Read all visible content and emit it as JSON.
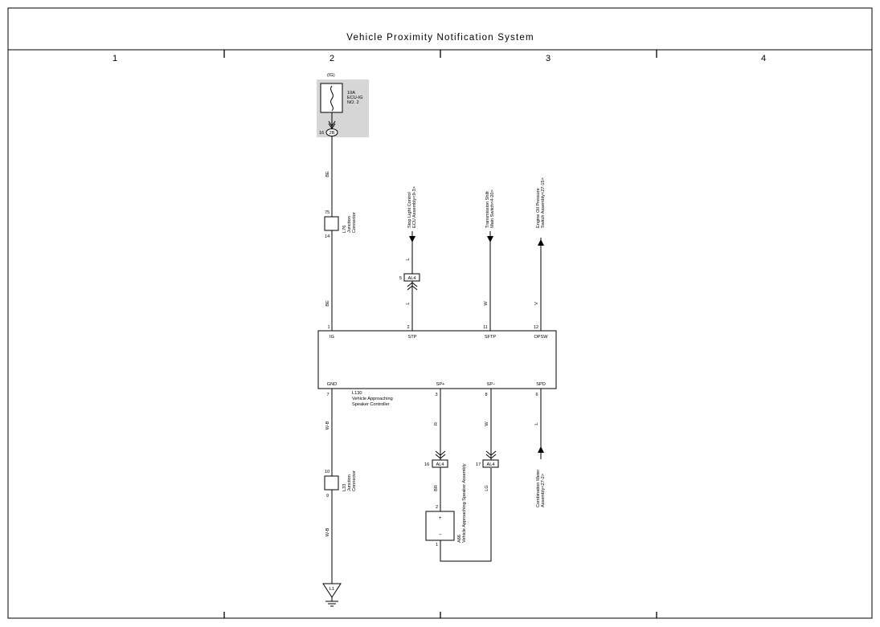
{
  "title": "Vehicle Proximity Notification System",
  "columns": [
    "1",
    "2",
    "3",
    "4"
  ],
  "fuse": {
    "source": "(IG)",
    "rating": "10A",
    "name_line1": "ECU-IG",
    "name_line2": "NO. 2",
    "pin": "16",
    "connector": "2B"
  },
  "junction_l76": {
    "pin_top": "75",
    "pin_bottom": "14",
    "id": "L76",
    "label_line1": "Junction",
    "label_line2": "Connector"
  },
  "junction_l33": {
    "pin_top": "10",
    "pin_bottom": "9",
    "id": "L33",
    "label_line1": "Junction",
    "label_line2": "Connector"
  },
  "ground": {
    "id": "L1"
  },
  "wire_colors": {
    "ig_upper": "BE",
    "ig_lower": "BE",
    "stp_upper": "L",
    "stp_lower": "L",
    "sftp": "W",
    "opsw": "V",
    "gnd_upper": "W-B",
    "gnd_lower": "W-B",
    "spp_upper": "R",
    "spp_lower": "BR",
    "spm_upper": "W",
    "spm_lower": "LG",
    "spd": "L"
  },
  "refs": {
    "stp_line1": "Stop Light Control",
    "stp_line2": "ECU Assembly<9-3>",
    "sftp_line1": "Transmission Shift",
    "sftp_line2": "Main Switch<4-20>",
    "opsw_line1": "Engine Oil Pressure",
    "opsw_line2": "Switch Assembly<27-15>",
    "spd_line1": "Combination Meter",
    "spd_line2": "Assembly<27-2>"
  },
  "connectors": {
    "al4_stp_pin": "5",
    "al4_spp_pin": "16",
    "al4_spm_pin": "17",
    "name": "AL4"
  },
  "controller": {
    "id": "L130",
    "name_line1": "Vehicle Approaching",
    "name_line2": "Speaker Controller",
    "top_pins": [
      {
        "num": "1",
        "label": "IG"
      },
      {
        "num": "2",
        "label": "STP"
      },
      {
        "num": "11",
        "label": "SFTP"
      },
      {
        "num": "12",
        "label": "OPSW"
      }
    ],
    "bottom_pins": [
      {
        "num": "7",
        "label": "GND"
      },
      {
        "num": "3",
        "label": "SP+"
      },
      {
        "num": "8",
        "label": "SP−"
      },
      {
        "num": "6",
        "label": "SPD"
      }
    ]
  },
  "speaker": {
    "id": "A66",
    "name": "Vehicle Approaching Speaker Assembly",
    "pin_top": "2",
    "pin_bottom": "1",
    "plus": "+",
    "minus": "−"
  }
}
